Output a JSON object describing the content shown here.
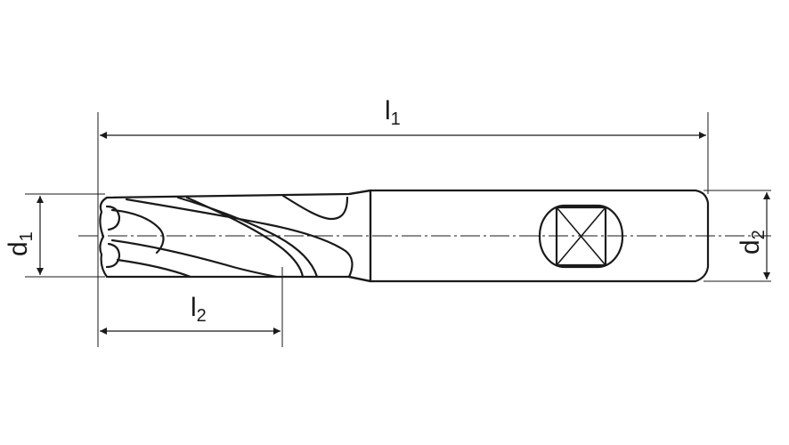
{
  "diagram": {
    "type": "technical-drawing",
    "subject": "end-mill",
    "line_color": "#1a1a1a",
    "background": "#ffffff"
  },
  "dimensions": {
    "l1": {
      "symbol": "l",
      "subscript": "1"
    },
    "l2": {
      "symbol": "l",
      "subscript": "2"
    },
    "d1": {
      "symbol": "d",
      "subscript": "1"
    },
    "d2": {
      "symbol": "d",
      "subscript": "2"
    }
  }
}
